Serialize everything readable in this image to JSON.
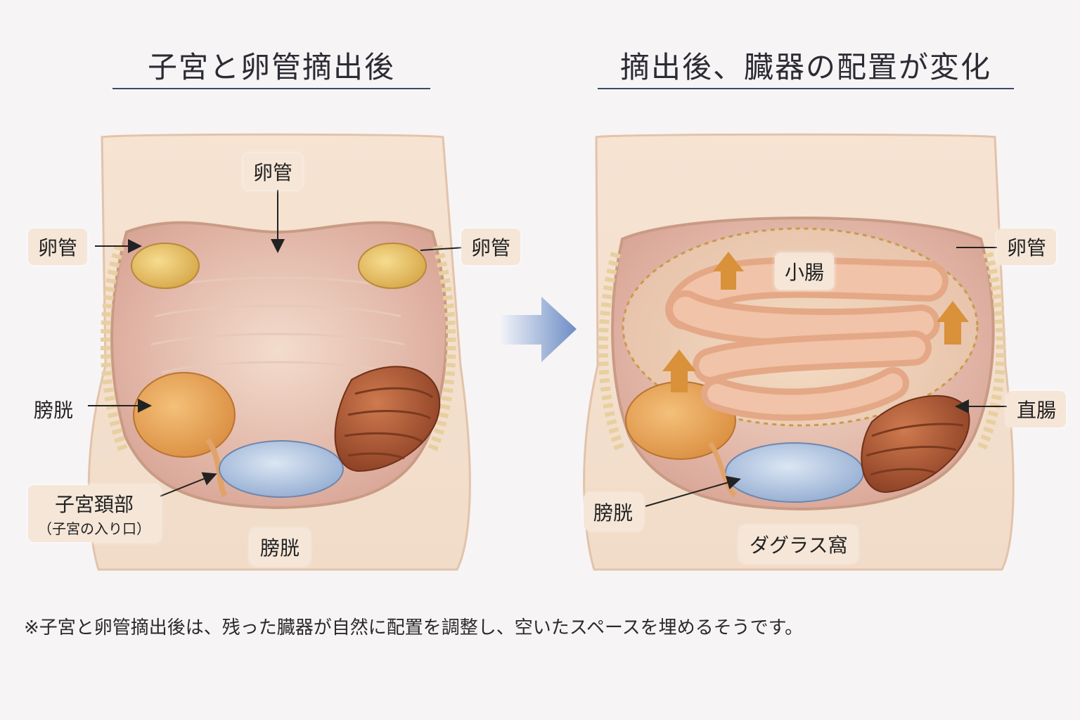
{
  "panels": {
    "left": {
      "title": "子宮と卵管摘出後",
      "labels": {
        "top_tube": "卵管",
        "left_tube": "卵管",
        "right_tube": "卵管",
        "bladder": "膀胱",
        "cervix": "子宮頚部",
        "cervix_note": "（子宮の入り口）",
        "bottom_bladder": "膀胱"
      }
    },
    "right": {
      "title": "摘出後、臓器の配置が変化",
      "labels": {
        "right_tube": "卵管",
        "small_intestine": "小腸",
        "rectum": "直腸",
        "bladder": "膀胱",
        "douglas": "ダグラス窩"
      }
    }
  },
  "footnote": "※子宮と卵管摘出後は、残った臓器が自然に配置を調整し、空いたスペースを埋めるそうです。",
  "colors": {
    "skin": "#f3dcc8",
    "cavity": "#e9c3b4",
    "ovary": "#e8c46a",
    "bladder": "#e7a65a",
    "rectum": "#b35c38",
    "vagina_blue": "#9db6d8",
    "intestine": "#eab193",
    "arrow_orange": "#d9913a",
    "arrow_blue": "#6f8fc4",
    "title_rule": "#3c4a66"
  }
}
